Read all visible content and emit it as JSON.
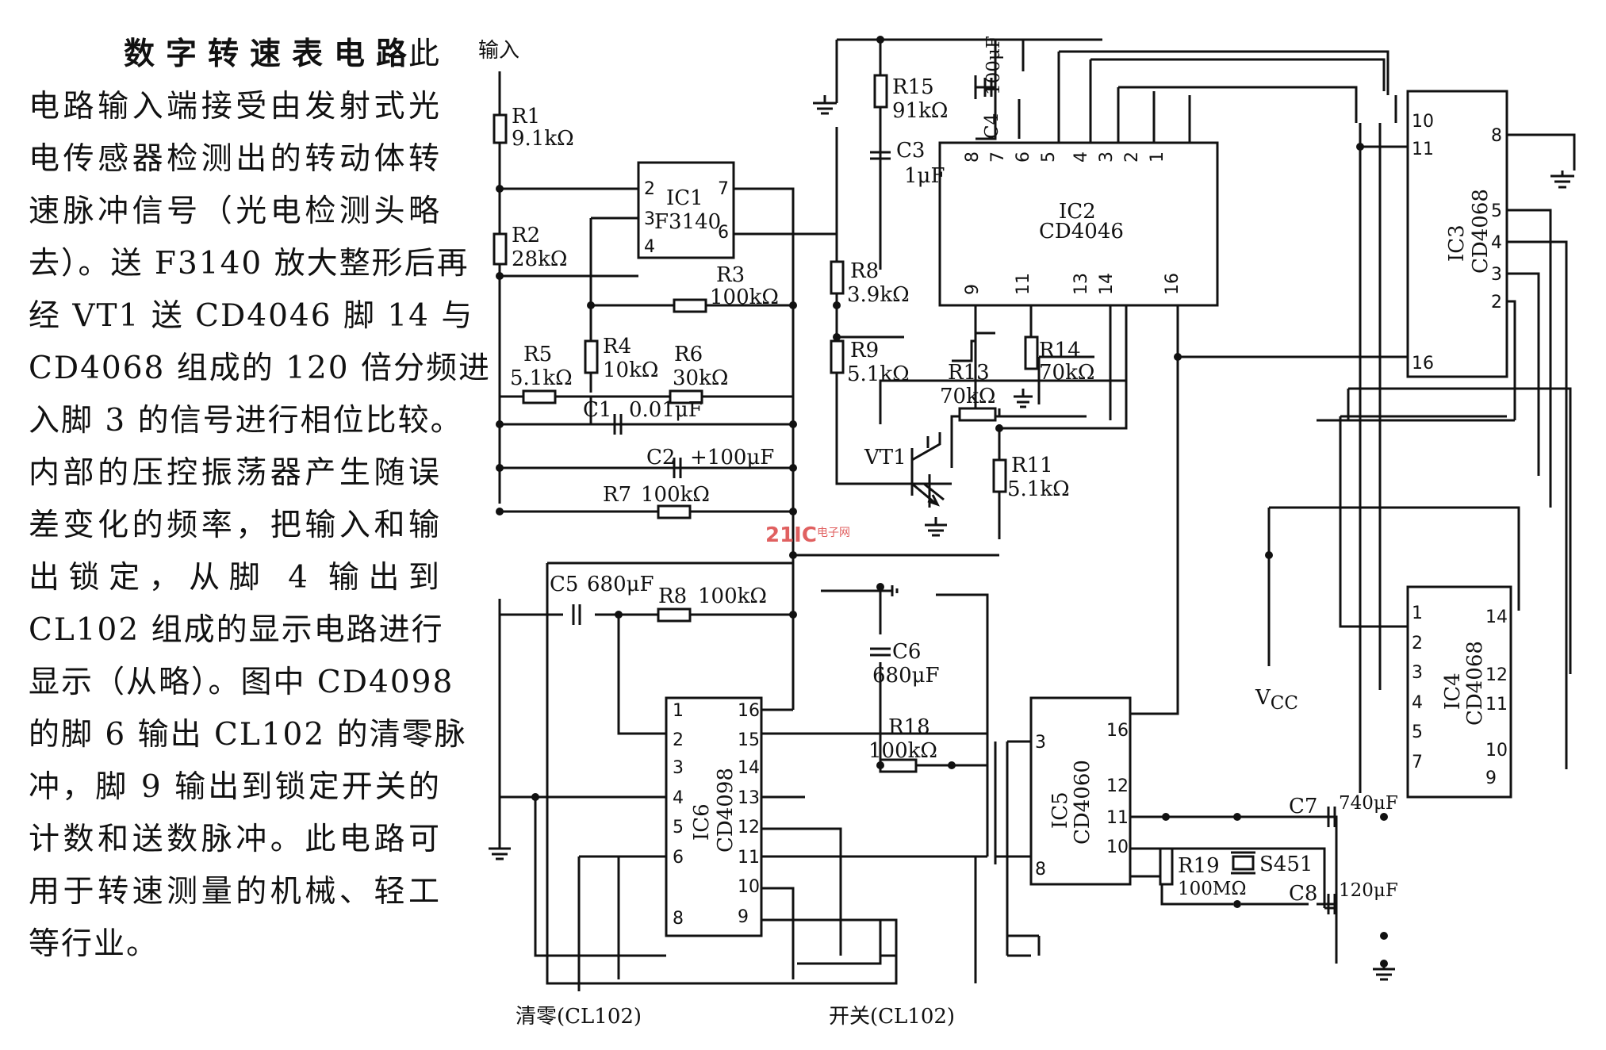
{
  "article": {
    "title": "数字转速表电路",
    "lines": [
      "此",
      "电路输入端接受由发射式光",
      "电传感器检测出的转动体转",
      "速脉冲信号（光电检测头略",
      "去）。送 F3140 放大整形后再",
      "经 VT1 送 CD4046 脚 14 与",
      "CD4068 组成的 120 倍分频进",
      "入脚 3 的信号进行相位比较。",
      "内部的压控振荡器产生随误",
      "差变化的频率，把输入和输",
      "出锁定，从脚 4 输出到",
      "CL102 组成的显示电路进行",
      "显示（从略）。图中 CD4098",
      "的脚 6 输出 CL102 的清零脉",
      "冲，脚 9 输出到锁定开关的",
      "计数和送数脉冲。此电路可",
      "用于转速测量的机械、轻工",
      "等行业。"
    ]
  },
  "labels": {
    "input": "输入",
    "r1": "R1",
    "r1v": "9.1kΩ",
    "r2": "R2",
    "r2v": "28kΩ",
    "r3": "R3",
    "r3v": "100kΩ",
    "r4": "R4",
    "r4v": "10kΩ",
    "r5": "R5",
    "r5v": "5.1kΩ",
    "r6": "R6",
    "r6v": "30kΩ",
    "c1": "C1",
    "c1v": "0.01μF",
    "c2": "C2",
    "c2v": "+100μF",
    "r7": "R7",
    "r7v": "100kΩ",
    "r8a": "R8",
    "r8av": "3.9kΩ",
    "r9": "R9",
    "r9v": "5.1kΩ",
    "r13": "R13",
    "r13v": "70kΩ",
    "r14": "R14",
    "r14v": "70kΩ",
    "r11": "R11",
    "r11v": "5.1kΩ",
    "vt1": "VT1",
    "r15": "R15",
    "r15v": "91kΩ",
    "c3": "C3",
    "c3v": "1μF",
    "c4": "C4",
    "c4v": "100μF",
    "ic1": "IC1",
    "ic1t": "F3140",
    "ic2": "IC2",
    "ic2t": "CD4046",
    "ic3": "IC3",
    "ic3t": "CD4068",
    "ic4": "IC4",
    "ic4t": "CD4068",
    "ic5": "IC5",
    "ic5t": "CD4060",
    "ic6": "IC6",
    "ic6t": "CD4098",
    "c5": "C5",
    "c5v": "680μF",
    "r8b": "R8",
    "r8bv": "100kΩ",
    "c6": "C6",
    "c6v": "680μF",
    "r18": "R18",
    "r18v": "100kΩ",
    "r19": "R19",
    "r19v": "100MΩ",
    "s451": "S451",
    "c7": "C7",
    "c7v": "740μF",
    "c8": "C8",
    "c8v": "120μF",
    "vcc": "V",
    "vcc_sub": "CC",
    "clear": "清零(CL102)",
    "switch": "开关(CL102)",
    "watermark": "21IC",
    "watermark_sub": "电子网"
  },
  "pins": {
    "ic1_left": [
      "2",
      "3",
      "4"
    ],
    "ic1_right": [
      "7",
      "6"
    ],
    "ic2_top": [
      "8",
      "7",
      "6",
      "5",
      "4",
      "3",
      "2",
      "1"
    ],
    "ic2_bottom": [
      "9",
      "11",
      "13",
      "14",
      "16"
    ],
    "ic3_left": [
      "10",
      "11",
      "16"
    ],
    "ic3_right": [
      "8",
      "5",
      "4",
      "3",
      "2"
    ],
    "ic4_left": [
      "1",
      "2",
      "3",
      "4",
      "5",
      "7"
    ],
    "ic4_right": [
      "14",
      "12",
      "11",
      "10",
      "9"
    ],
    "ic5_left": [
      "3",
      "8"
    ],
    "ic5_right": [
      "16",
      "12",
      "11",
      "10"
    ],
    "ic6_left": [
      "1",
      "2",
      "3",
      "4",
      "5",
      "6",
      "8"
    ],
    "ic6_right": [
      "16",
      "15",
      "14",
      "13",
      "12",
      "11",
      "10",
      "9"
    ]
  }
}
